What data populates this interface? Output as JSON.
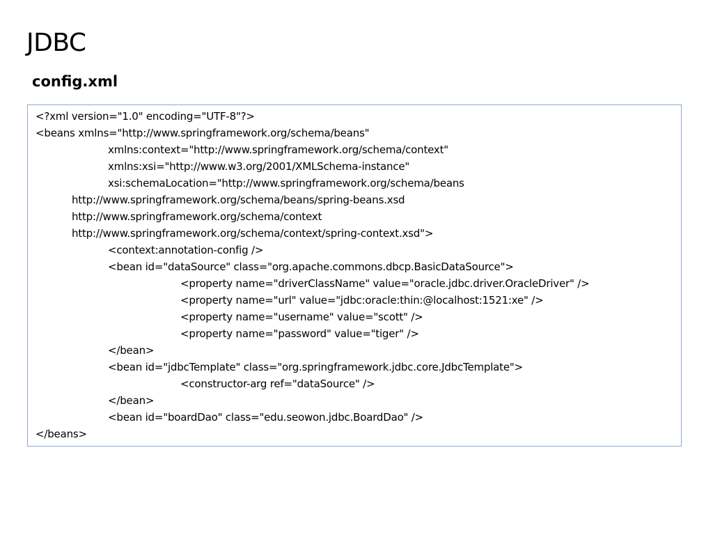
{
  "slide": {
    "title": "JDBC",
    "subtitle": "config.xml"
  },
  "code": {
    "lines": [
      {
        "indent": 0,
        "text": "<?xml version=\"1.0\" encoding=\"UTF-8\"?>"
      },
      {
        "indent": 0,
        "text": "<beans xmlns=\"http://www.springframework.org/schema/beans\""
      },
      {
        "indent": 2,
        "text": "xmlns:context=\"http://www.springframework.org/schema/context\""
      },
      {
        "indent": 2,
        "text": "xmlns:xsi=\"http://www.w3.org/2001/XMLSchema-instance\""
      },
      {
        "indent": 2,
        "text": "xsi:schemaLocation=\"http://www.springframework.org/schema/beans"
      },
      {
        "indent": 1,
        "text": "http://www.springframework.org/schema/beans/spring-beans.xsd"
      },
      {
        "indent": 1,
        "text": "http://www.springframework.org/schema/context"
      },
      {
        "indent": 1,
        "text": "http://www.springframework.org/schema/context/spring-context.xsd\">"
      },
      {
        "indent": 2,
        "text": "<context:annotation-config />"
      },
      {
        "indent": 2,
        "text": "<bean id=\"dataSource\" class=\"org.apache.commons.dbcp.BasicDataSource\">"
      },
      {
        "indent": 4,
        "text": "<property name=\"driverClassName\" value=\"oracle.jdbc.driver.OracleDriver\" />"
      },
      {
        "indent": 4,
        "text": "<property name=\"url\" value=\"jdbc:oracle:thin:@localhost:1521:xe\" />"
      },
      {
        "indent": 4,
        "text": "<property name=\"username\" value=\"scott\" />"
      },
      {
        "indent": 4,
        "text": "<property name=\"password\" value=\"tiger\" />"
      },
      {
        "indent": 2,
        "text": "</bean>"
      },
      {
        "indent": 2,
        "text": "<bean id=\"jdbcTemplate\" class=\"org.springframework.jdbc.core.JdbcTemplate\">"
      },
      {
        "indent": 4,
        "text": "<constructor-arg ref=\"dataSource\" />"
      },
      {
        "indent": 2,
        "text": "</bean>"
      },
      {
        "indent": 2,
        "text": "<bean id=\"boardDao\" class=\"edu.seowon.jdbc.BoardDao\" />"
      },
      {
        "indent": 0,
        "text": "</beans>"
      }
    ]
  }
}
